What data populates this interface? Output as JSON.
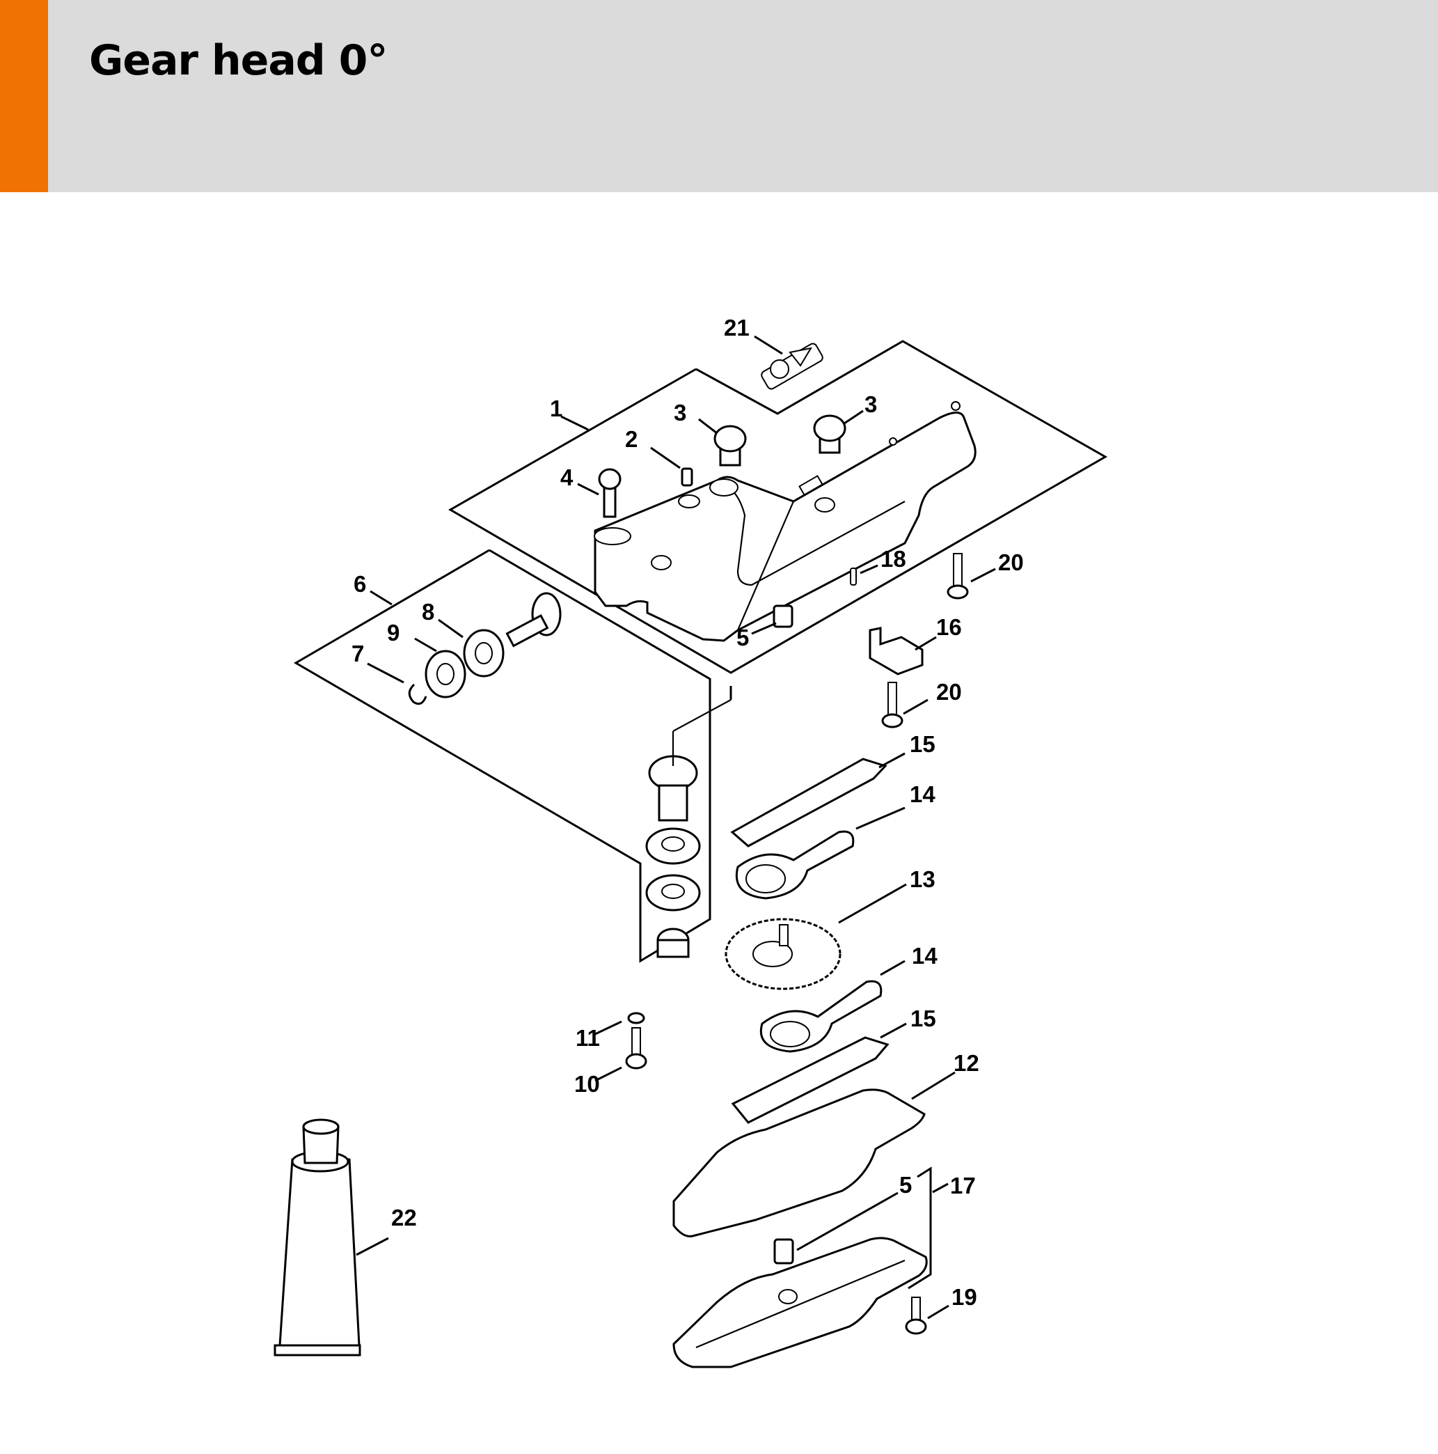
{
  "header": {
    "title": "Gear head 0°",
    "accent_color": "#f07203",
    "background_color": "#dadbda"
  },
  "diagram": {
    "name": "Gear head exploded parts view",
    "callouts": [
      {
        "id": "c1",
        "label": "1",
        "part": "gear housing"
      },
      {
        "id": "c2",
        "label": "2",
        "part": "set screw"
      },
      {
        "id": "c3a",
        "label": "3",
        "part": "screw plug"
      },
      {
        "id": "c3b",
        "label": "3",
        "part": "screw plug"
      },
      {
        "id": "c4",
        "label": "4",
        "part": "cap screw"
      },
      {
        "id": "c5a",
        "label": "5",
        "part": "sleeve"
      },
      {
        "id": "c5b",
        "label": "5",
        "part": "sleeve"
      },
      {
        "id": "c6",
        "label": "6",
        "part": "gear shaft assembly"
      },
      {
        "id": "c7",
        "label": "7",
        "part": "circlip"
      },
      {
        "id": "c8",
        "label": "8",
        "part": "ball bearing"
      },
      {
        "id": "c9",
        "label": "9",
        "part": "ball bearing"
      },
      {
        "id": "c10",
        "label": "10",
        "part": "screw"
      },
      {
        "id": "c11",
        "label": "11",
        "part": "washer"
      },
      {
        "id": "c12",
        "label": "12",
        "part": "gasket"
      },
      {
        "id": "c13",
        "label": "13",
        "part": "spur gear"
      },
      {
        "id": "c14a",
        "label": "14",
        "part": "connecting rod"
      },
      {
        "id": "c14b",
        "label": "14",
        "part": "connecting rod"
      },
      {
        "id": "c15a",
        "label": "15",
        "part": "thrust plate"
      },
      {
        "id": "c15b",
        "label": "15",
        "part": "thrust plate"
      },
      {
        "id": "c16",
        "label": "16",
        "part": "clip"
      },
      {
        "id": "c17",
        "label": "17",
        "part": "cover"
      },
      {
        "id": "c18",
        "label": "18",
        "part": "pin"
      },
      {
        "id": "c19",
        "label": "19",
        "part": "screw"
      },
      {
        "id": "c20a",
        "label": "20",
        "part": "screw"
      },
      {
        "id": "c20b",
        "label": "20",
        "part": "screw"
      },
      {
        "id": "c21",
        "label": "21",
        "part": "label"
      },
      {
        "id": "c22",
        "label": "22",
        "part": "grease tube"
      }
    ]
  }
}
